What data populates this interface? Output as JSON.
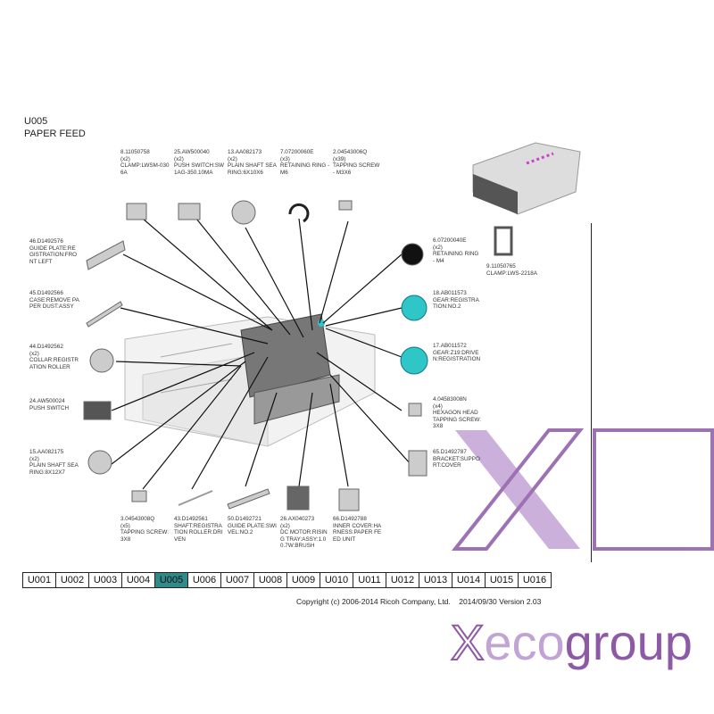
{
  "header": {
    "code": "U005",
    "title": "PAPER FEED"
  },
  "parts": {
    "top": [
      {
        "id": "8.11050758",
        "qty": "(x2)",
        "name": "CLAMP:LWSM-0306A"
      },
      {
        "id": "25.AW500040",
        "qty": "(x2)",
        "name": "PUSH SWITCH:SW1AG-350.10MA"
      },
      {
        "id": "13.AA082173",
        "qty": "(x2)",
        "name": "PLAIN SHAFT SEARING:6X10X6"
      },
      {
        "id": "7.07200060E",
        "qty": "(x3)",
        "name": "RETAINING RING - M6"
      },
      {
        "id": "2.04543006Q",
        "qty": "(x39)",
        "name": "TAPPING SCREW - M3X6"
      }
    ],
    "left": [
      {
        "id": "46.D1492576",
        "qty": "",
        "name": "GUIDE PLATE:REGISTRATION:FRONT LEFT"
      },
      {
        "id": "45.D1492566",
        "qty": "",
        "name": "CASE:REMOVE PAPER DUST:ASSY"
      },
      {
        "id": "44.D1492562",
        "qty": "(x2)",
        "name": "COLLAR:REGISTRATION ROLLER"
      },
      {
        "id": "24.AW500024",
        "qty": "",
        "name": "PUSH SWITCH"
      },
      {
        "id": "15.AA082175",
        "qty": "(x2)",
        "name": "PLAIN SHAFT SEARING:8X12X7"
      }
    ],
    "right": [
      {
        "id": "6.07200040E",
        "qty": "(x2)",
        "name": "RETAINING RING - M4"
      },
      {
        "id": "9.11050765",
        "qty": "",
        "name": "CLAMP:LWS-2218A"
      },
      {
        "id": "18.AB011573",
        "qty": "",
        "name": "GEAR:REGISTRATION:NO.2"
      },
      {
        "id": "17.AB011572",
        "qty": "",
        "name": "GEAR:Z19:DRIVEN:REGISTRATION"
      },
      {
        "id": "4.04583008N",
        "qty": "(x4)",
        "name": "HEXAGON HEAD TAPPING SCREW:3X8"
      },
      {
        "id": "65.D1492787",
        "qty": "",
        "name": "BRACKET:SUPPORT:COVER"
      }
    ],
    "bottom": [
      {
        "id": "3.04543008Q",
        "qty": "(x5)",
        "name": "TAPPING SCREW: 3X8"
      },
      {
        "id": "43.D1492561",
        "qty": "",
        "name": "SHAFT:REGISTRATION ROLLER:DRIVEN"
      },
      {
        "id": "50.D1492721",
        "qty": "",
        "name": "GUIDE PLATE:SWIVEL:NO.2"
      },
      {
        "id": "26.AX040273",
        "qty": "(x2)",
        "name": "DC MOTOR:RISING TRAY:ASSY:1.00.7W:BRUSH"
      },
      {
        "id": "66.D1492788",
        "qty": "",
        "name": "INNER COVER:HARNESS:PAPER FEED UNIT"
      }
    ]
  },
  "nav": {
    "items": [
      "U001",
      "U002",
      "U003",
      "U004",
      "U005",
      "U006",
      "U007",
      "U008",
      "U009",
      "U010",
      "U011",
      "U012",
      "U013",
      "U014",
      "U015",
      "U016"
    ],
    "active": "U005"
  },
  "footer": {
    "copyright": "Copyright (c) 2006-2014 Ricoh Company, Ltd.",
    "version": "2014/09/30 Version 2.03"
  },
  "watermark": {
    "text_x": "X",
    "text_eco": "eco",
    "text_group": "group",
    "color_dark": "#8d5aa6",
    "color_light": "#c1a3d4"
  },
  "colors": {
    "accent": "#2f8a89",
    "gear": "#2fc6c8"
  }
}
